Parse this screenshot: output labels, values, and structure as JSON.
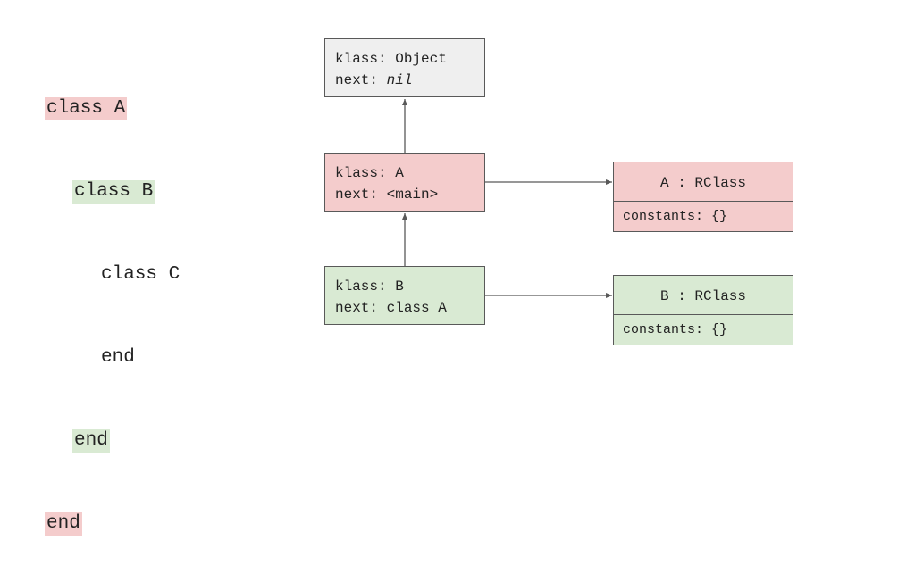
{
  "code": {
    "lines": [
      {
        "text": "class A",
        "indent": 0,
        "highlight": "red"
      },
      {
        "text": "class B",
        "indent": 1,
        "highlight": "green"
      },
      {
        "text": "class C",
        "indent": 2,
        "highlight": ""
      },
      {
        "text": "end",
        "indent": 2,
        "highlight": ""
      },
      {
        "text": "end",
        "indent": 1,
        "highlight": "green"
      },
      {
        "text": "end",
        "indent": 0,
        "highlight": "red"
      }
    ]
  },
  "frames": {
    "object": {
      "klass_label": "klass:",
      "klass_value": "Object",
      "next_label": "next:",
      "next_value": "nil"
    },
    "a": {
      "klass_label": "klass:",
      "klass_value": "A",
      "next_label": "next:",
      "next_value": "<main>"
    },
    "b": {
      "klass_label": "klass:",
      "klass_value": "B",
      "next_label": "next:",
      "next_value": "class A"
    }
  },
  "rclasses": {
    "a": {
      "title": "A : RClass",
      "constants": "constants: {}"
    },
    "b": {
      "title": "B : RClass",
      "constants": "constants: {}"
    }
  },
  "colors": {
    "red_highlight": "#f4cccc",
    "green_highlight": "#d9ead3",
    "gray_box": "#efefef",
    "border": "#595959"
  }
}
